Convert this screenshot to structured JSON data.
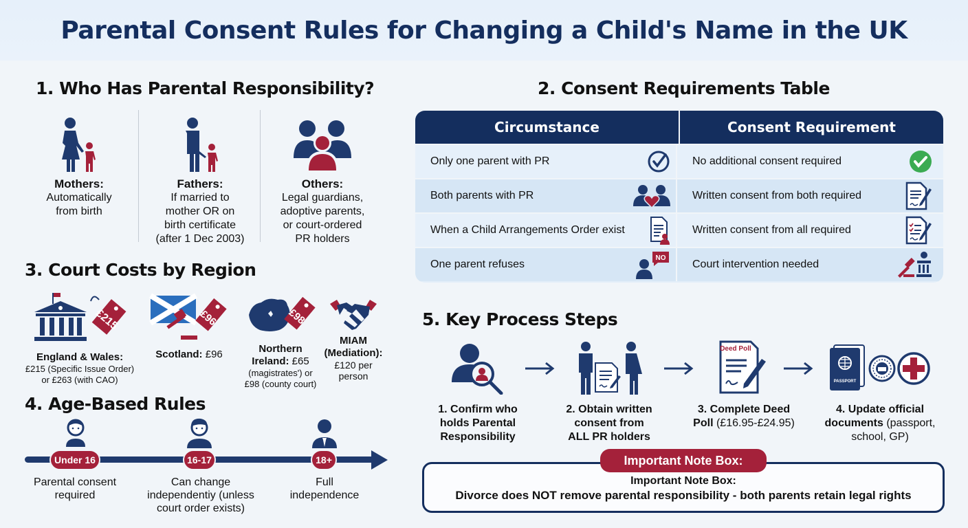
{
  "header": {
    "title": "Parental Consent Rules for Changing a Child's Name in the UK"
  },
  "colors": {
    "navy": "#142e5e",
    "icon_navy": "#1f3a6e",
    "accent_red": "#a4213a",
    "success_green": "#3bab52",
    "background": "#f1f5f9"
  },
  "section1": {
    "title": "1. Who Has Parental Responsibility?",
    "columns": [
      {
        "icon": "mother-child-icon",
        "name": "Mothers:",
        "desc": [
          "Automatically",
          "from birth"
        ]
      },
      {
        "icon": "father-child-icon",
        "name": "Fathers:",
        "desc": [
          "If married to",
          "mother OR on",
          "birth certificate",
          "(after 1 Dec 2003)"
        ]
      },
      {
        "icon": "group-people-icon",
        "name": "Others:",
        "desc": [
          "Legal guardians,",
          "adoptive parents,",
          "or court-ordered",
          "PR holders"
        ]
      }
    ]
  },
  "section2": {
    "title": "2. Consent Requirements Table",
    "headers": [
      "Circumstance",
      "Consent Requirement"
    ],
    "rows": [
      {
        "circumstance": "Only one parent with PR",
        "circ_icon": "check-circle-icon",
        "requirement": "No additional consent required",
        "req_icon": "green-check-icon"
      },
      {
        "circumstance": "Both parents with PR",
        "circ_icon": "two-parents-heart-icon",
        "requirement": "Written consent from both required",
        "req_icon": "document-sign-icon"
      },
      {
        "circumstance": "When a Child Arrangements Order exist",
        "circ_icon": "order-document-icon",
        "requirement": "Written consent from all required",
        "req_icon": "checklist-sign-icon"
      },
      {
        "circumstance": "One parent refuses",
        "circ_icon": "person-no-icon",
        "requirement": "Court intervention needed",
        "req_icon": "gavel-court-icon"
      }
    ]
  },
  "section3": {
    "title": "3. Court Costs by Region",
    "regions": [
      {
        "icon": "courthouse-icon",
        "tag": "£215",
        "name": "England & Wales:",
        "detail": [
          "£215 (Specific Issue Order)",
          "or £263 (with CAO)"
        ]
      },
      {
        "icon": "scotland-flag-gavel-icon",
        "tag": "£96",
        "name": "Scotland:",
        "value": "£96"
      },
      {
        "icon": "northern-ireland-map-icon",
        "tag": "£98",
        "name_line1": "Northern",
        "name_line2": "Ireland:",
        "value": "£65",
        "detail": [
          "(magistrates') or",
          "£98 (county court)"
        ]
      },
      {
        "icon": "handshake-icon",
        "name_line1": "MIAM",
        "name_line2": "(Mediation):",
        "detail": [
          "£120 per",
          "person"
        ]
      }
    ]
  },
  "section4": {
    "title": "4. Age-Based Rules",
    "stages": [
      {
        "label": "Under 16",
        "icon": "child-icon",
        "desc": [
          "Parental consent",
          "required"
        ]
      },
      {
        "label": "16-17",
        "icon": "teen-icon",
        "desc": [
          "Can change",
          "independentiy (unless",
          "court order exists)"
        ]
      },
      {
        "label": "18+",
        "icon": "adult-icon",
        "desc": [
          "Full",
          "independence"
        ]
      }
    ]
  },
  "section5": {
    "title": "5. Key Process Steps",
    "steps": [
      {
        "icon": "person-search-icon",
        "lines": [
          "1. Confirm who",
          "holds Parental",
          "Responsibility"
        ]
      },
      {
        "icon": "parents-document-icon",
        "lines": [
          "2. Obtain written",
          "consent from",
          "ALL PR holders"
        ]
      },
      {
        "icon": "deed-poll-icon",
        "doc_label": "Deed Poll",
        "bold": "3. Complete Deed",
        "bold2": "Poll",
        "extra": "(£16.95-£24.95)"
      },
      {
        "icon": "official-documents-icon",
        "passport_label": "PASSPORT",
        "bold": "4. Update official",
        "bold2": "documents",
        "extra": "(passport,",
        "extra2": "school, GP)"
      }
    ]
  },
  "note": {
    "badge": "Important Note Box:",
    "title": "Important Note Box:",
    "text": "Divorce does NOT remove parental responsibility - both parents retain legal rights"
  }
}
